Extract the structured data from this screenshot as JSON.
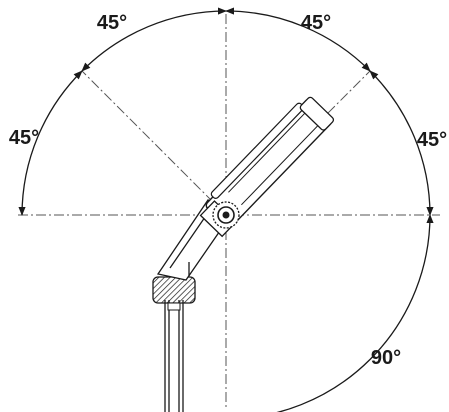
{
  "diagram": {
    "angle_labels": {
      "top_left": "45°",
      "top_right": "45°",
      "left": "45°",
      "right": "45°",
      "bottom_right": "90°"
    },
    "colors": {
      "line": "#1a1a1a",
      "dash": "#555555",
      "background": "#ffffff"
    }
  }
}
